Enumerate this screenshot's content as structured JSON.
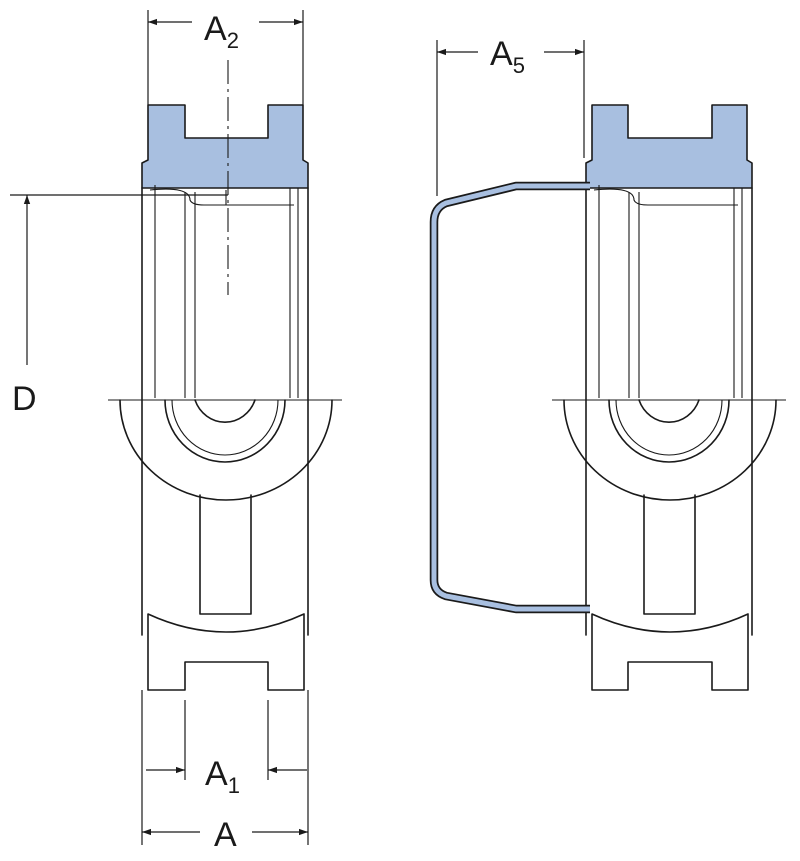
{
  "colors": {
    "housing_fill": "#a8bfe0",
    "line": "#1a1a1a",
    "background": "#ffffff"
  },
  "labels": {
    "a2": {
      "main": "A",
      "sub": "2"
    },
    "a5": {
      "main": "A",
      "sub": "5"
    },
    "a1": {
      "main": "A",
      "sub": "1"
    },
    "a": {
      "main": "A"
    },
    "d": {
      "main": "D"
    }
  }
}
